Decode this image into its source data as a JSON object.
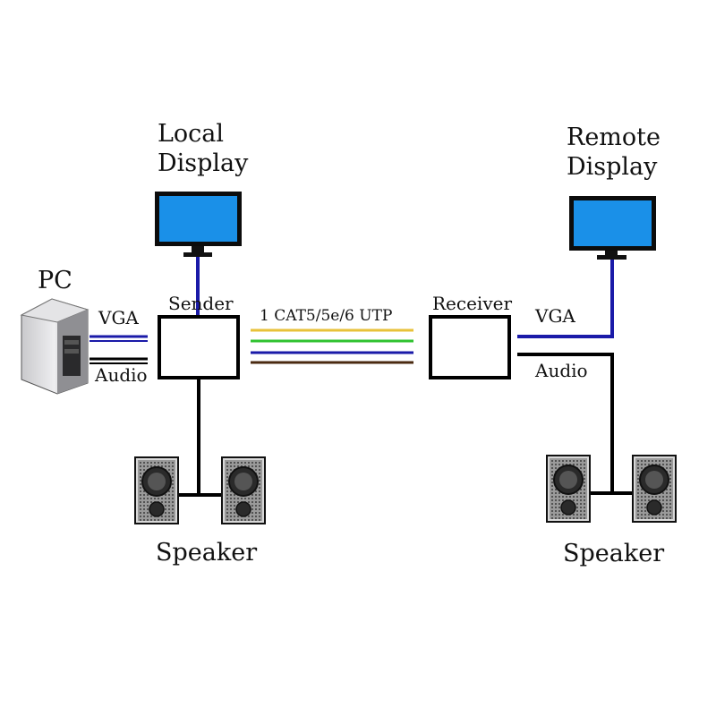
{
  "labels": {
    "local_display": [
      "Local",
      "Display"
    ],
    "remote_display": [
      "Remote",
      "Display"
    ],
    "pc": "PC",
    "sender": "Sender",
    "receiver": "Receiver",
    "cable": "1 CAT5/5e/6 UTP",
    "vga_left": "VGA",
    "audio_left": "Audio",
    "vga_right": "VGA",
    "audio_right": "Audio",
    "speaker_left": "Speaker",
    "speaker_right": "Speaker"
  },
  "colors": {
    "vga_line": "#1a1aa8",
    "audio_line": "#000000",
    "monitor_screen": "#1a90e8",
    "monitor_frame": "#0c0c0c",
    "cable_pairs": [
      "#e8c23a",
      "#2fc22f",
      "#1a1aa8",
      "#4a2a10"
    ]
  },
  "icons": [
    "monitor-icon",
    "pc-tower-icon",
    "speaker-icon"
  ]
}
